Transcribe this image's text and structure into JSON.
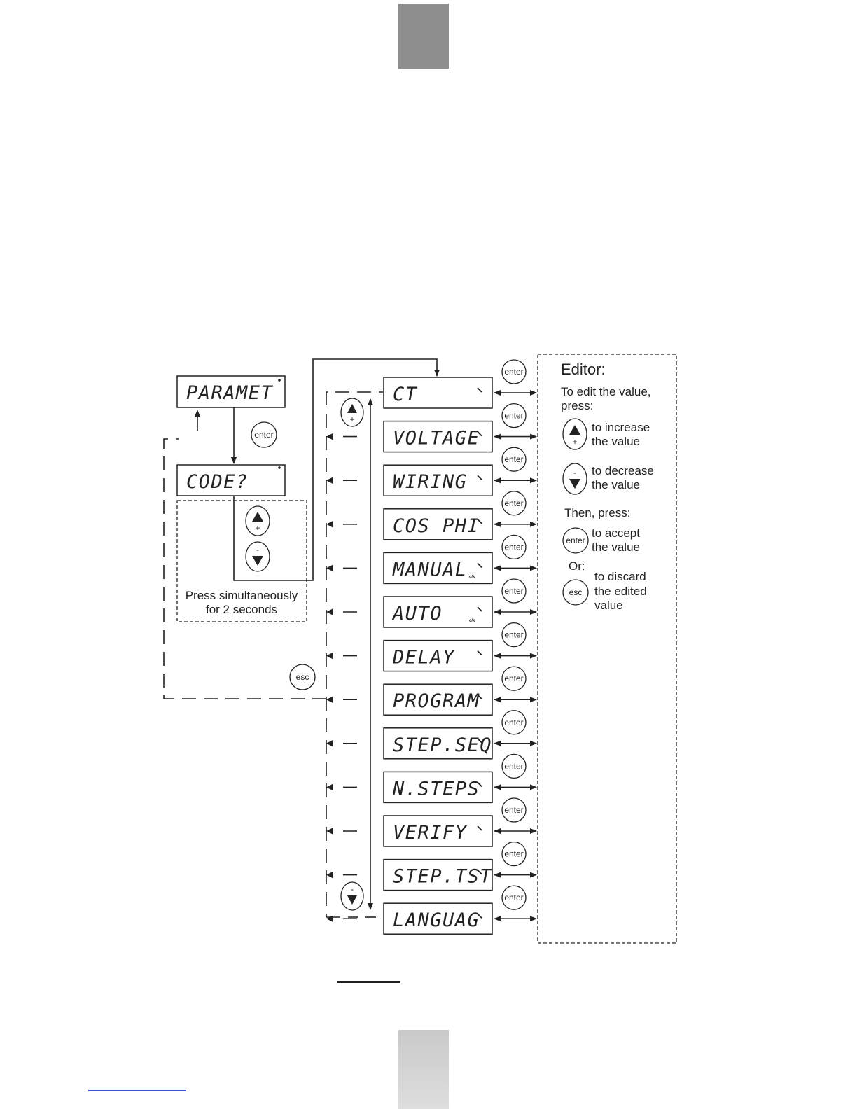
{
  "parameter_menu": {
    "top_display": "PARAMET",
    "code_display": "CODE?",
    "hint_line1": "Press simultaneously",
    "hint_line2": "for 2 seconds",
    "items": [
      {
        "label": "CT",
        "indicator": ""
      },
      {
        "label": "VOLTAGE",
        "indicator": ""
      },
      {
        "label": "WIRING",
        "indicator": ""
      },
      {
        "label": "COS PHI",
        "indicator": ""
      },
      {
        "label": "MANUAL",
        "indicator": "c/k"
      },
      {
        "label": "AUTO",
        "indicator": "c/k"
      },
      {
        "label": "DELAY",
        "indicator": ""
      },
      {
        "label": "PROGRAM",
        "indicator": ""
      },
      {
        "label": "STEP.SEQ",
        "indicator": ""
      },
      {
        "label": "N.STEPS",
        "indicator": ""
      },
      {
        "label": "VERIFY",
        "indicator": ""
      },
      {
        "label": "STEP.TST",
        "indicator": ""
      },
      {
        "label": "LANGUAG",
        "indicator": ""
      }
    ]
  },
  "buttons": {
    "enter": "enter",
    "esc": "esc",
    "plus": "+",
    "minus": "-"
  },
  "editor": {
    "title": "Editor:",
    "intro_line1": "To edit the value,",
    "intro_line2": "press:",
    "increase_line1": "to increase",
    "increase_line2": "the value",
    "decrease_line1": "to decrease",
    "decrease_line2": "the value",
    "then": "Then, press:",
    "accept_line1": "to accept",
    "accept_line2": "the value",
    "or": "Or:",
    "discard_line1": "to discard",
    "discard_line2": "the edited",
    "discard_line3": "value"
  }
}
